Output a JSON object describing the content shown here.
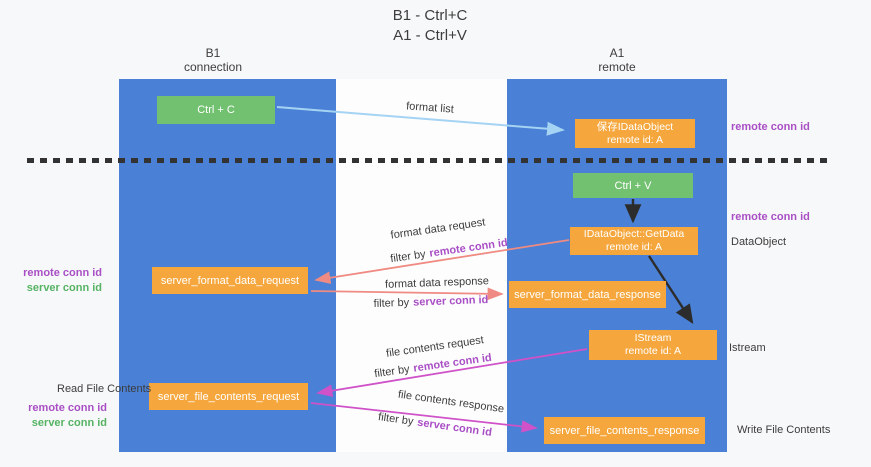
{
  "title": {
    "line1": "B1 - Ctrl+C",
    "line2": "A1 - Ctrl+V"
  },
  "columns": {
    "left": {
      "header_line1": "B1",
      "header_line2": "connection"
    },
    "right": {
      "header_line1": "A1",
      "header_line2": "remote"
    }
  },
  "boxes": {
    "ctrl_c": "Ctrl + C",
    "ctrl_v": "Ctrl + V",
    "save_idataobject": {
      "line1": "保存IDataObject",
      "line2": "remote id: A"
    },
    "getdata": {
      "line1": "IDataObject::GetData",
      "line2": "remote id: A"
    },
    "istream": {
      "line1": "IStream",
      "line2": "remote id: A"
    },
    "server_format_data_request": "server_format_data_request",
    "server_format_data_response": "server_format_data_response",
    "server_file_contents_request": "server_file_contents_request",
    "server_file_contents_response": "server_file_contents_response"
  },
  "arrow_labels": {
    "format_list": "format list",
    "format_data_request": "format data request",
    "format_data_response": "format data response",
    "file_contents_request": "file contents request",
    "file_contents_response": "file contents response",
    "filter_by": "filter by",
    "remote_conn_id": "remote conn id",
    "server_conn_id": "server conn id"
  },
  "side_labels": {
    "right_top_remote_conn_id": "remote conn id",
    "right_mid_remote_conn_id": "remote conn id",
    "dataobject": "DataObject",
    "istream": "Istream",
    "write_file_contents": "Write File Contents",
    "read_file_contents": "Read File Contents",
    "left_remote_conn_id_1": "remote conn id",
    "left_server_conn_id_1": "server conn id",
    "left_remote_conn_id_2": "remote conn id",
    "left_server_conn_id_2": "server conn id"
  },
  "colors": {
    "column_blue": "#4a80d5",
    "box_orange": "#f5a73d",
    "box_green": "#72c170",
    "purple_label": "#a94fc5",
    "green_label": "#56b364",
    "arrow_light_blue": "#a5d3f3",
    "arrow_salmon": "#ef8b82",
    "arrow_magenta": "#cf52c8",
    "arrow_black": "#2c2c2c"
  }
}
